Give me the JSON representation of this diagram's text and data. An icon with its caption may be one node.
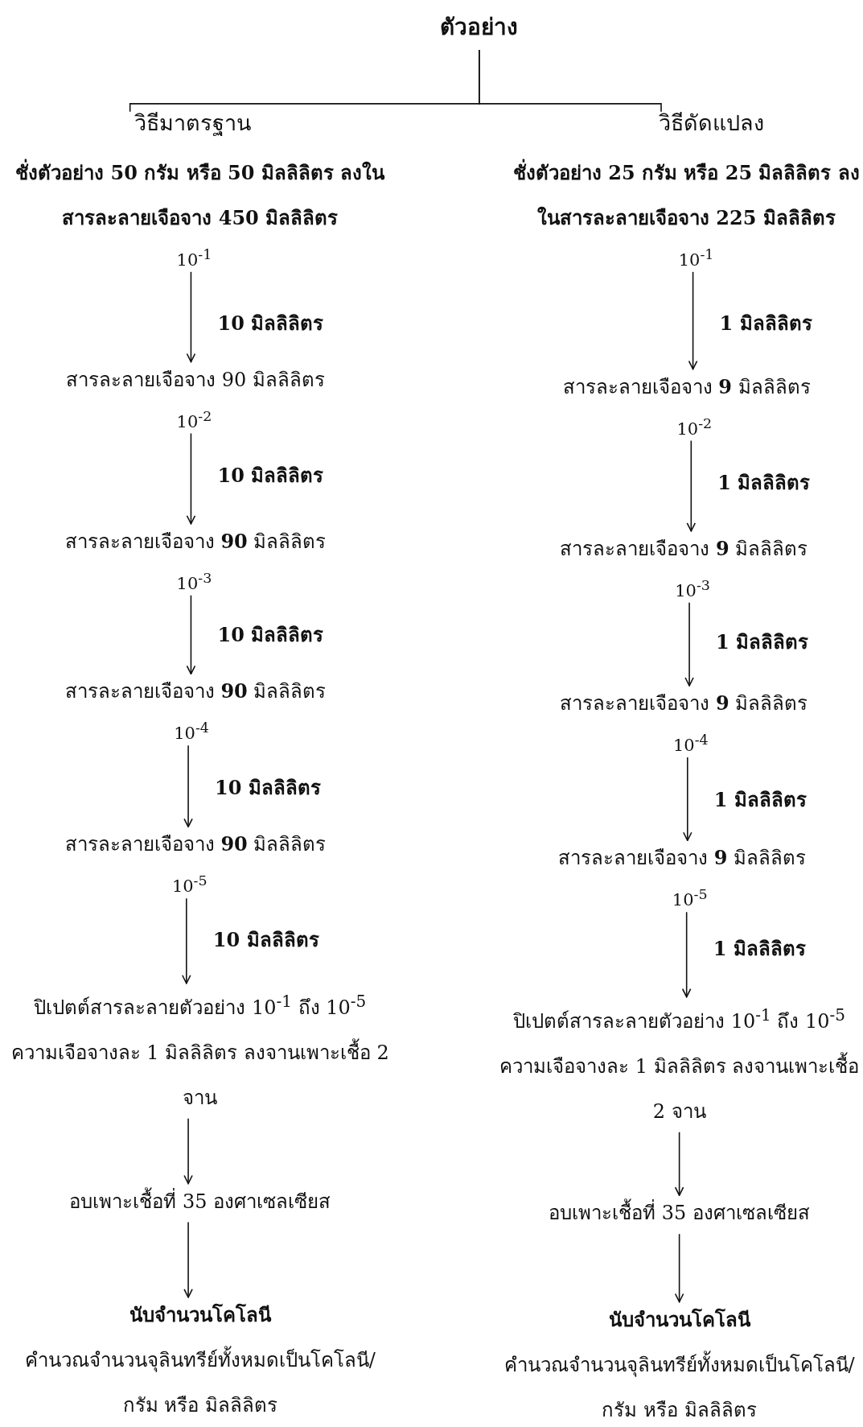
{
  "diagram": {
    "nodes": [
      {
        "text": [
          "ตัวอย่าง"
        ]
      },
      {
        "text": [
          "วิธีมาตรฐาน"
        ]
      },
      {
        "text": [
          "ชั่งตัวอย่าง 50 กรัม หรือ 50 มิลลิลิตร ลงในสารละลายเจือจาง 450 มิลลิลิตร"
        ],
        "beside": [
          "10$^{-1}$"
        ]
      },
      {
        "text": [
          "สารละลายเจือจาง 90 มิลลิลิตร"
        ],
        "beside": [
          "10$^{-2}$"
        ]
      },
      {
        "text": [
          "สารละลายเจือจาง **90** มิลลิลิตร"
        ],
        "beside": [
          "10$^{-3}$"
        ]
      },
      {
        "text": [
          "สารละลายเจือจาง **90** มิลลิลิตร"
        ],
        "beside": [
          "10$^{-4}$"
        ]
      },
      {
        "text": [
          "สารละลายเจือจาง **90** มิลลิลิตร"
        ],
        "beside": [
          "10$^{-5}$"
        ]
      },
      {
        "text": [
          "ปิเปตต์สารละลายตัวอย่าง 10$^{-1}$ ถึง 10$^{-5}$ ความเจือจางละ 1 มิลลิลิตร ลงจานเพาะเชื้อ 2 จาน"
        ]
      },
      {
        "text": [
          "อบเพาะเชื้อที่ 35 องศาเซลเซียส"
        ]
      },
      {
        "text": [
          "นับจำนวนโคโลนี",
          "คำนวณจำนวนจุลินทรีย์ทั้งหมดเป็นโคโลนี/กรัม หรือ มิลลิลิตร"
        ]
      },
      {
        "text": [
          "วิธีดัดแปลง"
        ]
      },
      {
        "text": [
          "ชั่งตัวอย่าง 25 กรัม หรือ 25 มิลลิลิตร ลงในสารละลายเจือจาง 225 มิลลิลิตร"
        ],
        "beside": [
          "10$^{-1}$"
        ]
      },
      {
        "text": [
          "สารละลายเจือจาง **9** มิลลิลิตร"
        ],
        "beside": [
          "10$^{-2}$"
        ]
      },
      {
        "text": [
          "สารละลายเจือจาง **9** มิลลิลิตร"
        ],
        "beside": [
          "10$^{-3}$"
        ]
      },
      {
        "text": [
          "สารละลายเจือจาง **9** มิลลิลิตร"
        ],
        "beside": [
          "10$^{-4}$"
        ]
      },
      {
        "text": [
          "สารละลายเจือจาง **9** มิลลิลิตร"
        ],
        "beside": [
          "10$^{-5}$"
        ]
      },
      {
        "text": [
          "ปิเปตต์สารละลายตัวอย่าง 10$^{-1}$ ถึง 10$^{-5}$ ความเจือจางละ 1 มิลลิลิตร ลงจานเพาะเชื้อ 2 จาน"
        ]
      },
      {
        "text": [
          "อบเพาะเชื้อที่ 35 องศาเซลเซียส"
        ]
      },
      {
        "text": [
          "นับจำนวนโคโลนี",
          "คำนวณจำนวนจุลินทรีย์ทั้งหมดเป็นโคโลนี/กรัม หรือ มิลลิลิตร"
        ]
      }
    ],
    "edges": [
      {
        "from": 0,
        "to": 1,
        "arrow": "none"
      },
      {
        "from": 0,
        "to": 10,
        "arrow": "none"
      },
      {
        "from": 2,
        "to": 3,
        "arrow": "to",
        "label": "10 มิลลิลิตร"
      },
      {
        "from": 3,
        "to": 4,
        "arrow": "to",
        "label": "10 มิลลิลิตร"
      },
      {
        "from": 4,
        "to": 5,
        "arrow": "to",
        "label": "10 มิลลิลิตร"
      },
      {
        "from": 5,
        "to": 6,
        "arrow": "to",
        "label": "10 มิลลิลิตร"
      },
      {
        "from": 6,
        "to": 7,
        "arrow": "to",
        "label": "10 มิลลิลิตร"
      },
      {
        "from": 7,
        "to": 8,
        "arrow": "to"
      },
      {
        "from": 8,
        "to": 9,
        "arrow": "to"
      },
      {
        "from": 11,
        "to": 12,
        "arrow": "to",
        "label": "1 มิลลิลิตร"
      },
      {
        "from": 12,
        "to": 13,
        "arrow": "to",
        "label": "1 มิลลิลิตร"
      },
      {
        "from": 13,
        "to": 14,
        "arrow": "to",
        "label": "1 มิลลิลิตร"
      },
      {
        "from": 14,
        "to": 15,
        "arrow": "to",
        "label": "1 มิลลิลิตร"
      },
      {
        "from": 15,
        "to": 16,
        "arrow": "to",
        "label": "1 มิลลิลิตร"
      },
      {
        "from": 16,
        "to": 17,
        "arrow": "to"
      },
      {
        "from": 17,
        "to": 18,
        "arrow": "to"
      }
    ]
  }
}
